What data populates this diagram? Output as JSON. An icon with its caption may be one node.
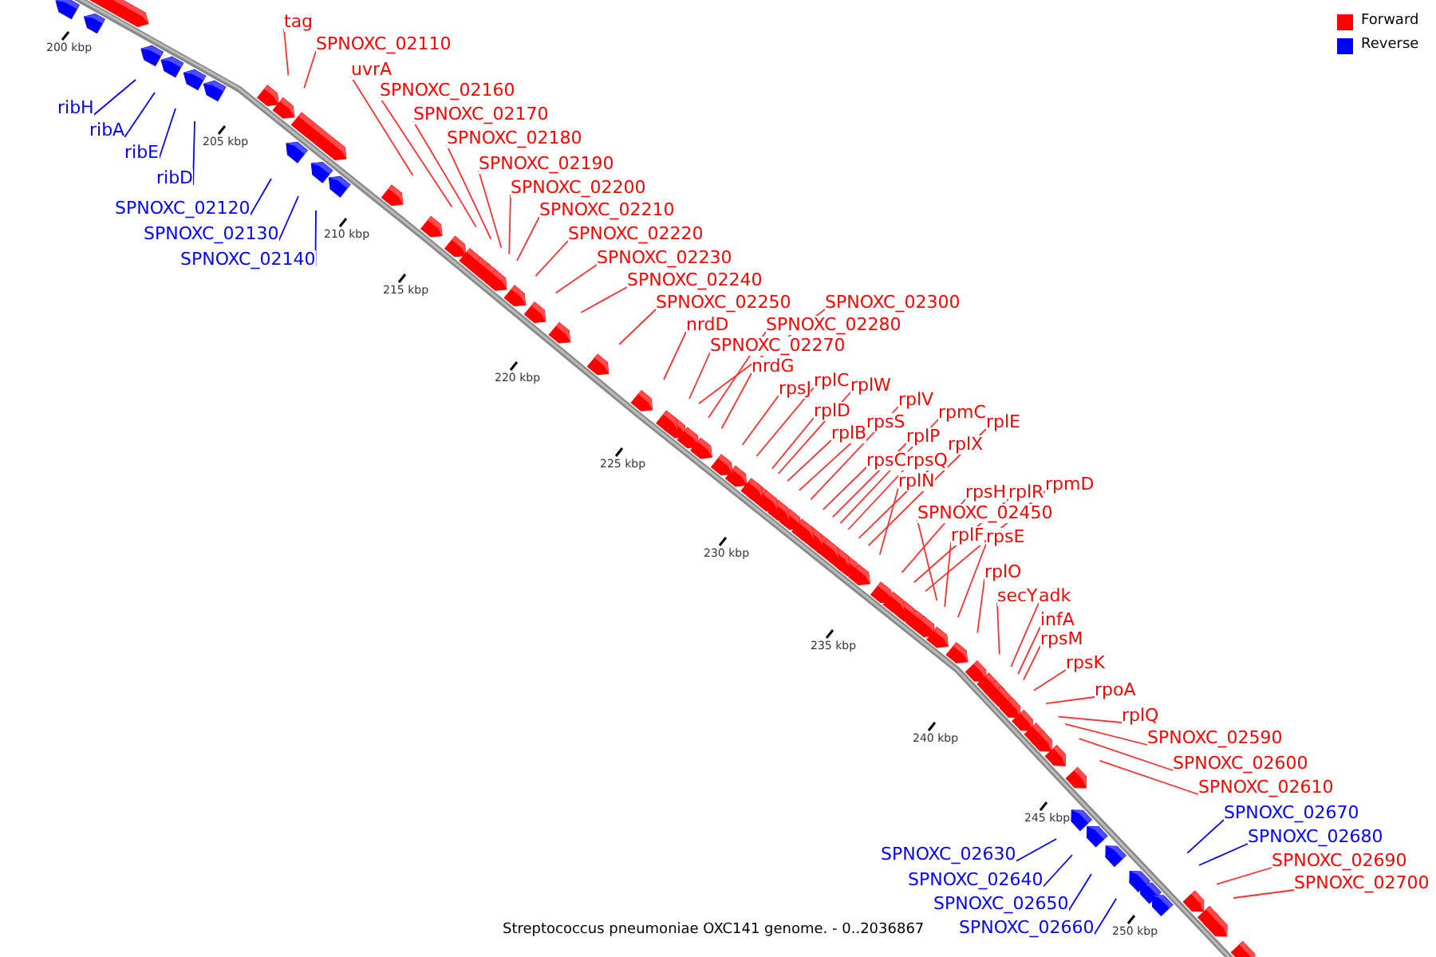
{
  "diagram": {
    "caption": "Streptococcus pneumoniae OXC141 genome. - 0..2036867",
    "nodes": [
      {
        "text": [
          "tag"
        ]
      },
      {
        "text": [
          "SPNOXC_02110"
        ]
      },
      {
        "text": [
          "uvrA"
        ]
      },
      {
        "text": [
          "ribH"
        ]
      },
      {
        "text": [
          "ribA"
        ]
      },
      {
        "text": [
          "ribE"
        ]
      },
      {
        "text": [
          "ribD"
        ]
      },
      {
        "text": [
          "SPNOXC_02160"
        ]
      },
      {
        "text": [
          "SPNOXC_02170"
        ]
      },
      {
        "text": [
          "SPNOXC_02180"
        ]
      },
      {
        "text": [
          "SPNOXC_02190"
        ]
      },
      {
        "text": [
          "SPNOXC_02200"
        ]
      },
      {
        "text": [
          "SPNOXC_02120"
        ]
      },
      {
        "text": [
          "SPNOXC_02210"
        ]
      },
      {
        "text": [
          "SPNOXC_02130"
        ]
      },
      {
        "text": [
          "SPNOXC_02220"
        ]
      },
      {
        "text": [
          "SPNOXC_02140"
        ]
      },
      {
        "text": [
          "SPNOXC_02230"
        ]
      },
      {
        "text": [
          "SPNOXC_02240"
        ]
      },
      {
        "text": [
          "SPNOXC_02250"
        ]
      },
      {
        "text": [
          "SPNOXC_02300"
        ]
      },
      {
        "text": [
          "nrdD"
        ]
      },
      {
        "text": [
          "SPNOXC_02280"
        ]
      },
      {
        "text": [
          "SPNOXC_02270"
        ]
      },
      {
        "text": [
          "nrdG"
        ]
      },
      {
        "text": [
          "rplC"
        ]
      },
      {
        "text": [
          "rpsJ"
        ]
      },
      {
        "text": [
          "rplW"
        ]
      },
      {
        "text": [
          "rplV"
        ]
      },
      {
        "text": [
          "rplD"
        ]
      },
      {
        "text": [
          "rpmC"
        ]
      },
      {
        "text": [
          "rpsS"
        ]
      },
      {
        "text": [
          "rplE"
        ]
      },
      {
        "text": [
          "rplB"
        ]
      },
      {
        "text": [
          "rplP"
        ]
      },
      {
        "text": [
          "rplX"
        ]
      },
      {
        "text": [
          "rpsC"
        ]
      },
      {
        "text": [
          "rpsQ"
        ]
      },
      {
        "text": [
          "rplN"
        ]
      },
      {
        "text": [
          "rpmD"
        ]
      },
      {
        "text": [
          "rpsH"
        ]
      },
      {
        "text": [
          "rplR"
        ]
      },
      {
        "text": [
          "SPNOXC_02450"
        ]
      },
      {
        "text": [
          "rplF"
        ]
      },
      {
        "text": [
          "rpsE"
        ]
      },
      {
        "text": [
          "rplO"
        ]
      },
      {
        "text": [
          "secY"
        ]
      },
      {
        "text": [
          "adk"
        ]
      },
      {
        "text": [
          "infA"
        ]
      },
      {
        "text": [
          "rpsM"
        ]
      },
      {
        "text": [
          "rpsK"
        ]
      },
      {
        "text": [
          "rpoA"
        ]
      },
      {
        "text": [
          "rplQ"
        ]
      },
      {
        "text": [
          "SPNOXC_02590"
        ]
      },
      {
        "text": [
          "SPNOXC_02600"
        ]
      },
      {
        "text": [
          "SPNOXC_02610"
        ]
      },
      {
        "text": [
          "SPNOXC_02670"
        ]
      },
      {
        "text": [
          "SPNOXC_02680"
        ]
      },
      {
        "text": [
          "SPNOXC_02630"
        ]
      },
      {
        "text": [
          "SPNOXC_02690"
        ]
      },
      {
        "text": [
          "SPNOXC_02640"
        ]
      },
      {
        "text": [
          "SPNOXC_02700"
        ]
      },
      {
        "text": [
          "SPNOXC_02650"
        ]
      },
      {
        "text": [
          "SPNOXC_02660"
        ]
      }
    ],
    "edges": [
      {
        "from": 0,
        "to": null,
        "arrow": "none"
      },
      {
        "from": 1,
        "to": null,
        "arrow": "none"
      },
      {
        "from": 2,
        "to": null,
        "arrow": "none"
      },
      {
        "from": 3,
        "to": null,
        "arrow": "none",
        "color": "#0000ff"
      },
      {
        "from": 4,
        "to": null,
        "arrow": "none",
        "color": "#0000ff"
      },
      {
        "from": 5,
        "to": null,
        "arrow": "none",
        "color": "#0000ff"
      },
      {
        "from": 6,
        "to": null,
        "arrow": "none",
        "color": "#0000ff"
      },
      {
        "from": 7,
        "to": null,
        "arrow": "none"
      },
      {
        "from": 8,
        "to": null,
        "arrow": "none"
      },
      {
        "from": 9,
        "to": null,
        "arrow": "none"
      },
      {
        "from": 10,
        "to": null,
        "arrow": "none"
      },
      {
        "from": 11,
        "to": null,
        "arrow": "none"
      },
      {
        "from": 12,
        "to": null,
        "arrow": "none",
        "color": "#0000ff"
      },
      {
        "from": 13,
        "to": null,
        "arrow": "none"
      },
      {
        "from": 14,
        "to": null,
        "arrow": "none",
        "color": "#0000ff"
      },
      {
        "from": 15,
        "to": null,
        "arrow": "none"
      },
      {
        "from": 16,
        "to": null,
        "arrow": "none",
        "color": "#0000ff"
      },
      {
        "from": 17,
        "to": null,
        "arrow": "none"
      },
      {
        "from": 18,
        "to": null,
        "arrow": "none"
      },
      {
        "from": 19,
        "to": null,
        "arrow": "none"
      },
      {
        "from": 20,
        "to": null,
        "arrow": "none"
      },
      {
        "from": 21,
        "to": null,
        "arrow": "none"
      },
      {
        "from": 22,
        "to": null,
        "arrow": "none"
      },
      {
        "from": 23,
        "to": null,
        "arrow": "none"
      },
      {
        "from": 24,
        "to": null,
        "arrow": "none"
      },
      {
        "from": 25,
        "to": null,
        "arrow": "none"
      },
      {
        "from": 26,
        "to": null,
        "arrow": "none"
      },
      {
        "from": 27,
        "to": null,
        "arrow": "none"
      },
      {
        "from": 28,
        "to": null,
        "arrow": "none"
      },
      {
        "from": 29,
        "to": null,
        "arrow": "none"
      },
      {
        "from": 30,
        "to": null,
        "arrow": "none"
      },
      {
        "from": 31,
        "to": null,
        "arrow": "none"
      },
      {
        "from": 32,
        "to": null,
        "arrow": "none"
      },
      {
        "from": 33,
        "to": null,
        "arrow": "none"
      },
      {
        "from": 34,
        "to": null,
        "arrow": "none"
      },
      {
        "from": 35,
        "to": null,
        "arrow": "none"
      },
      {
        "from": 36,
        "to": null,
        "arrow": "none"
      },
      {
        "from": 37,
        "to": null,
        "arrow": "none"
      },
      {
        "from": 38,
        "to": null,
        "arrow": "none"
      },
      {
        "from": 39,
        "to": null,
        "arrow": "none"
      },
      {
        "from": 40,
        "to": null,
        "arrow": "none"
      },
      {
        "from": 41,
        "to": null,
        "arrow": "none"
      },
      {
        "from": 42,
        "to": null,
        "arrow": "none"
      },
      {
        "from": 43,
        "to": null,
        "arrow": "none"
      },
      {
        "from": 44,
        "to": null,
        "arrow": "none"
      },
      {
        "from": 45,
        "to": null,
        "arrow": "none"
      },
      {
        "from": 46,
        "to": null,
        "arrow": "none"
      },
      {
        "from": 47,
        "to": null,
        "arrow": "none"
      },
      {
        "from": 48,
        "to": null,
        "arrow": "none"
      },
      {
        "from": 49,
        "to": null,
        "arrow": "none"
      },
      {
        "from": 50,
        "to": null,
        "arrow": "none"
      },
      {
        "from": 51,
        "to": null,
        "arrow": "none"
      },
      {
        "from": 52,
        "to": null,
        "arrow": "none"
      },
      {
        "from": 53,
        "to": null,
        "arrow": "none"
      },
      {
        "from": 54,
        "to": null,
        "arrow": "none"
      },
      {
        "from": 55,
        "to": null,
        "arrow": "none"
      },
      {
        "from": 56,
        "to": null,
        "arrow": "none",
        "color": "#0000ff"
      },
      {
        "from": 57,
        "to": null,
        "arrow": "none",
        "color": "#0000ff"
      },
      {
        "from": 58,
        "to": null,
        "arrow": "none",
        "color": "#0000ff"
      },
      {
        "from": 59,
        "to": null,
        "arrow": "none"
      },
      {
        "from": 60,
        "to": null,
        "arrow": "none",
        "color": "#0000ff"
      },
      {
        "from": 61,
        "to": null,
        "arrow": "none"
      },
      {
        "from": 62,
        "to": null,
        "arrow": "none",
        "color": "#0000ff"
      },
      {
        "from": 63,
        "to": null,
        "arrow": "none",
        "color": "#0000ff"
      }
    ],
    "labels": [
      "200 kbp",
      "205 kbp",
      "210 kbp",
      "215 kbp",
      "220 kbp",
      "225 kbp",
      "230 kbp",
      "235 kbp",
      "240 kbp",
      "245 kbp",
      "250 kbp"
    ],
    "legend": [
      {
        "text": "Forward",
        "color": "#ff0000"
      },
      {
        "text": "Reverse",
        "color": "#0000ff"
      }
    ]
  }
}
